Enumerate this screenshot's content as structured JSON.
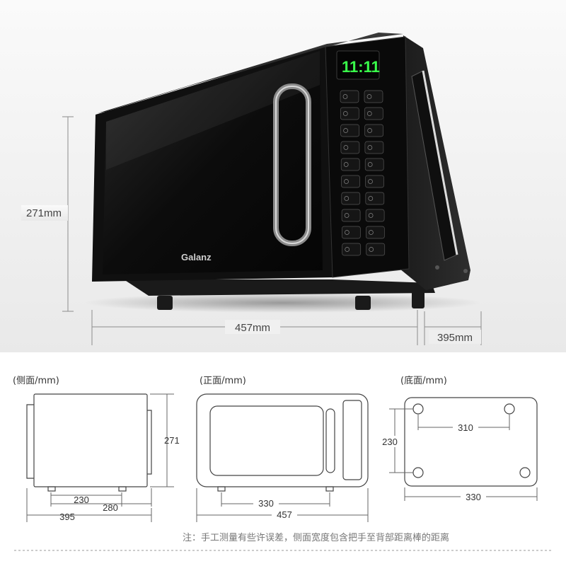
{
  "photo": {
    "brand": "Galanz",
    "clock": "11:11",
    "dim_height": "271mm",
    "dim_width": "457mm",
    "dim_depth": "395mm"
  },
  "side_view": {
    "title": "(侧面/mm)",
    "height": "271",
    "foot_span": "230",
    "inner_depth": "280",
    "overall_depth": "395"
  },
  "front_view": {
    "title": "(正面/mm)",
    "foot_span": "330",
    "overall_width": "457"
  },
  "bottom_view": {
    "title": "(底面/mm)",
    "top_span": "310",
    "depth": "230",
    "bottom_span": "330"
  },
  "note": "注：手工测量有些许误差，侧面宽度包含把手至背部距离棒的距离",
  "colors": {
    "line": "#444444",
    "dim": "#666666",
    "bg_top": "#f2f2f2",
    "led": "#39ff4a"
  }
}
